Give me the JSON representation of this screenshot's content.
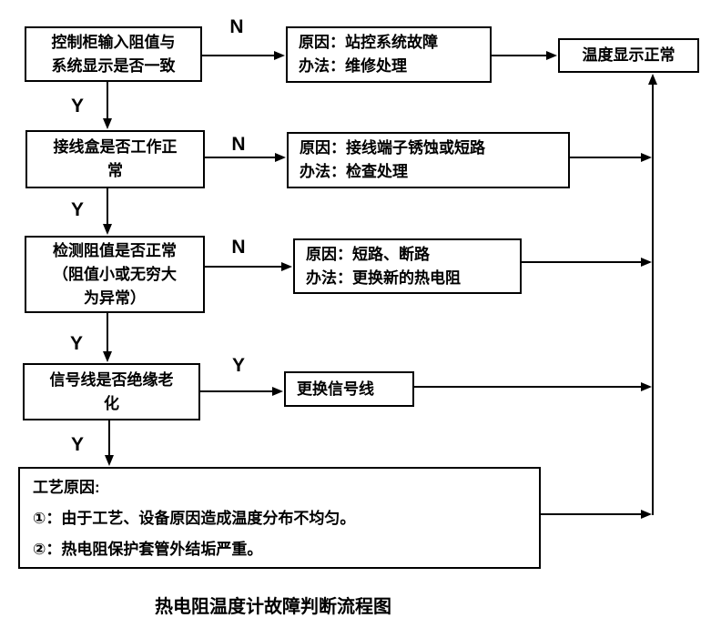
{
  "title": "热电阻温度计故障判断流程图",
  "nodes": {
    "decision1": {
      "line1": "控制柜输入阻值与",
      "line2": "系统显示是否一致"
    },
    "result1": {
      "line1": "原因：站控系统故障",
      "line2": "办法：维修处理"
    },
    "normal_end": {
      "text": "温度显示正常"
    },
    "decision2": {
      "line1": "接线盒是否工作正",
      "line2": "常"
    },
    "result2": {
      "line1": "原因：接线端子锈蚀或短路",
      "line2": "办法：检查处理"
    },
    "decision3": {
      "line1": "检测阻值是否正常",
      "line2": "（阻值小或无穷大",
      "line3": "为异常）"
    },
    "result3": {
      "line1": "原因：短路、断路",
      "line2": "办法：更换新的热电阻"
    },
    "decision4": {
      "line1": "信号线是否绝缘老",
      "line2": "化"
    },
    "result4": {
      "text": "更换信号线"
    },
    "process": {
      "line1": "工艺原因:",
      "line2": "①：由于工艺、设备原因造成温度分布不均匀。",
      "line3": "②：热电阻保护套管外结垢严重。"
    }
  },
  "edge_labels": {
    "n1": "N",
    "y1": "Y",
    "n2": "N",
    "y2": "Y",
    "n3": "N",
    "y3": "Y",
    "y4": "Y",
    "y5": "Y"
  },
  "colors": {
    "line": "#000000",
    "background": "#ffffff",
    "text": "#000000"
  }
}
